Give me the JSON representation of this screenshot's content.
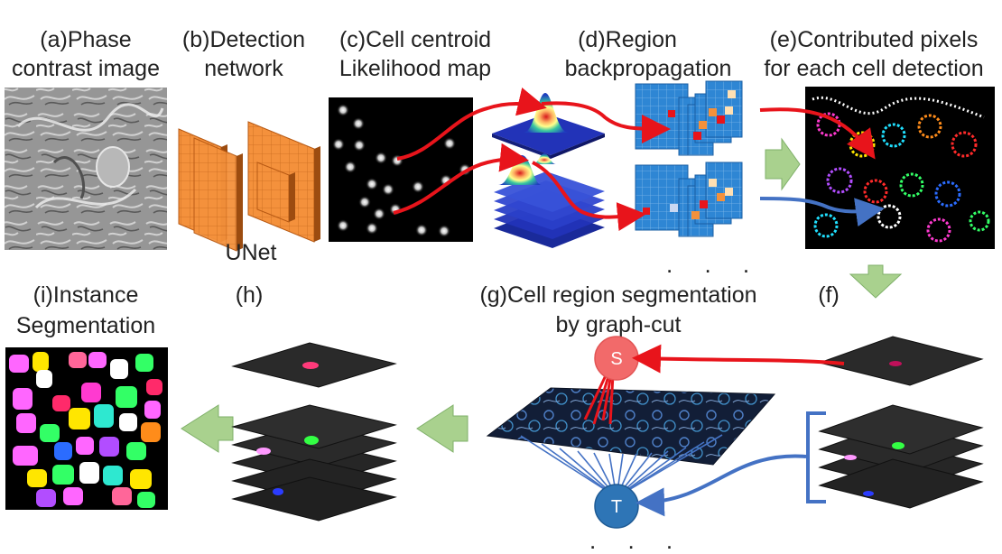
{
  "panels": {
    "a": {
      "line1": "(a)Phase",
      "line2": "contrast image"
    },
    "b": {
      "line1": "(b)Detection",
      "line2": "network",
      "sub": "UNet"
    },
    "c": {
      "line1": "(c)Cell centroid",
      "line2": "Likelihood map"
    },
    "d": {
      "line1": "(d)Region",
      "line2": "backpropagation",
      "ellipsis": ". . ."
    },
    "e": {
      "line1": "(e)Contributed pixels",
      "line2": "for each cell detection"
    },
    "f": {
      "label": "(f)"
    },
    "g": {
      "line1": "(g)Cell region segmentation",
      "line2": "by graph-cut",
      "source": "S",
      "sink": "T",
      "ellipsis": ". . ."
    },
    "h": {
      "label": "(h)"
    },
    "i": {
      "line1": "(i)Instance",
      "line2": "Segmentation"
    }
  },
  "colors": {
    "red_arrow": "#e8141b",
    "blue_arrow": "#4472c4",
    "green_arrow": "#a9d18e",
    "green_arrow_edge": "#7fb069",
    "unet_orange": "#f4913c",
    "source_node": "#f26a6a",
    "sink_node": "#2e75b6",
    "heatmap_blue": "#2e86d4"
  },
  "icons": [
    "phase-contrast-image",
    "unet-icon",
    "likelihood-map",
    "gaussian-peak-plot",
    "feature-map-stack",
    "contributed-pixels-image",
    "segmentation-layer-stack",
    "graph-cut-plane",
    "instance-segmentation-image",
    "green-flow-arrow"
  ]
}
